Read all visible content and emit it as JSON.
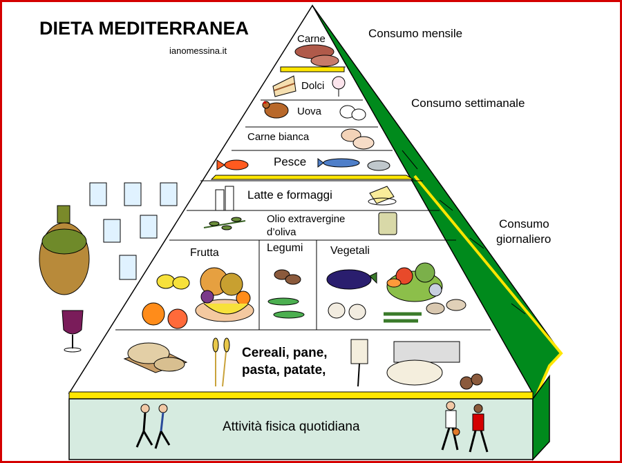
{
  "header": {
    "title": "DIETA MEDITERRANEA",
    "site": "ianomessina.it"
  },
  "side_labels": {
    "monthly": "Consumo mensile",
    "weekly": "Consumo settimanale",
    "daily_line1": "Consumo",
    "daily_line2": "giornaliero"
  },
  "levels": {
    "carne": "Carne",
    "dolci": "Dolci",
    "uova": "Uova",
    "carne_bianca": "Carne bianca",
    "pesce": "Pesce",
    "latte": "Latte e formaggi",
    "olio_line1": "Olio extravergine",
    "olio_line2": "d’oliva",
    "frutta": "Frutta",
    "legumi": "Legumi",
    "vegetali": "Vegetali",
    "cereali_line1": "Cereali, pane,",
    "cereali_line2": "pasta, patate,"
  },
  "base": {
    "activity": "Attività fisica quotidiana"
  },
  "colors": {
    "frame": "#d40000",
    "side_green": "#008a1c",
    "band_yellow": "#ffe600",
    "base_fill": "#d6ebe0"
  }
}
